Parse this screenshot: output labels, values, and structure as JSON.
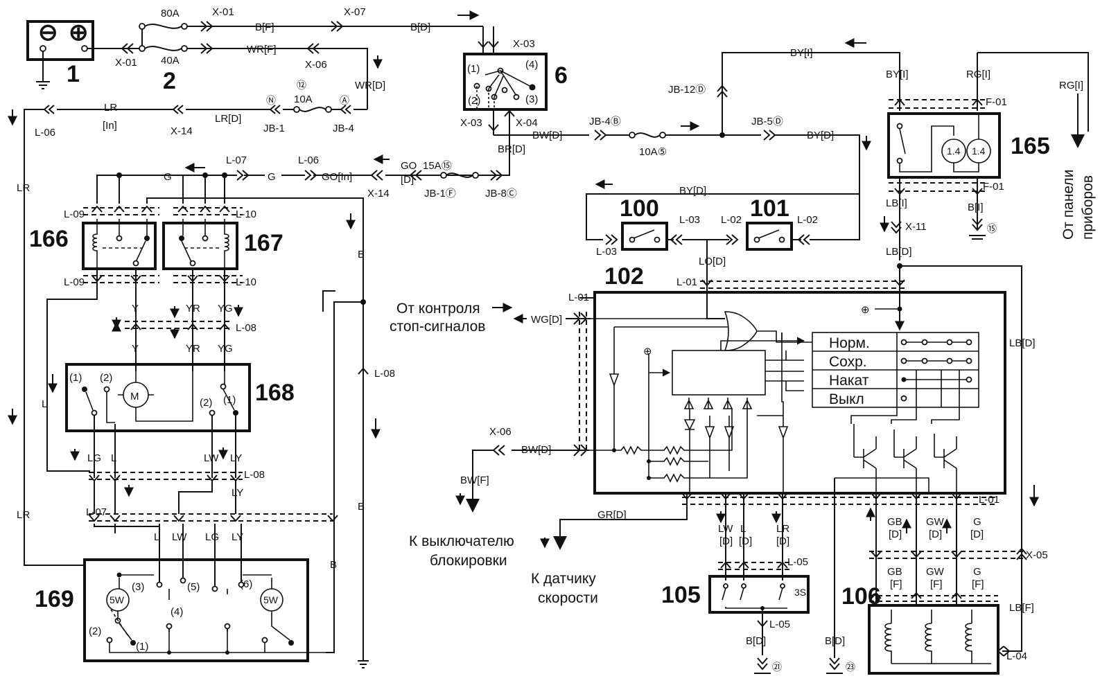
{
  "components": {
    "c1": "1",
    "c2": "2",
    "c6": "6",
    "c100": "100",
    "c101": "101",
    "c102": "102",
    "c105": "105",
    "c106": "106",
    "c165": "165",
    "c166": "166",
    "c167": "167",
    "c168": "168",
    "c169": "169"
  },
  "battery": {
    "minus": "⊖",
    "plus": "⊕"
  },
  "fuses": {
    "f80": "80A",
    "f40": "40A",
    "f10a": "10A",
    "f10b": "10A⑤",
    "f15": "15A⑮",
    "n12": "⑫"
  },
  "conn": {
    "x01a": "X-01",
    "x01b": "X-01",
    "x07": "X-07",
    "x03a": "X-03",
    "x03b": "X-03",
    "x04": "X-04",
    "x06a": "X-06",
    "x06b": "X-06",
    "x14a": "X-14",
    "x14b": "X-14",
    "x11": "X-11",
    "x05": "X-05",
    "l06a": "L-06",
    "l06b": "L-06",
    "l07a": "L-07",
    "l07b": "L-07",
    "l08a": "L-08",
    "l08b": "L-08",
    "l08c": "L-08",
    "l09a": "L-09",
    "l09b": "L-09",
    "l10a": "L-10",
    "l10b": "L-10",
    "l03a": "L-03",
    "l03b": "L-03",
    "l02a": "L-02",
    "l02b": "L-02",
    "l01a": "L-01",
    "l01b": "L-01",
    "l01c": "L-01",
    "l05a": "L-05",
    "l05b": "L-05",
    "l04": "L-04",
    "f01a": "F-01",
    "f01b": "F-01",
    "jb1": "JB-1",
    "jb4": "JB-4",
    "jb1f": "JB-1Ⓕ",
    "jb8": "JB-8Ⓒ",
    "jb4b": "JB-4Ⓑ",
    "jb5": "JB-5Ⓓ",
    "jb12": "JB-12Ⓓ",
    "nN": "Ⓝ",
    "nA": "Ⓐ"
  },
  "wires": {
    "bf": "B[F]",
    "bd": "B[D]",
    "wrf": "WR[F]",
    "wrd": "WR[D]",
    "lr": "LR",
    "lrin": "[In]",
    "lrd": "LR[D]",
    "lr2": "LR",
    "lr3": "LR",
    "g1": "G",
    "g2": "G",
    "goin": "GO[In]",
    "go": "GO",
    "god": "[D]",
    "brd": "BR[D]",
    "bwd": "BW[D]",
    "byd": "BY[D]",
    "byd2": "BY[D]",
    "byi": "BY[I]",
    "byi2": "BY[I]",
    "rgi": "RG[I]",
    "rgi2": "RG[I]",
    "lbi": "LB[I]",
    "bi": "B[I]",
    "lbd": "LB[D]",
    "lbd2": "LB[D]",
    "lbf": "LB[F]",
    "lod": "LO[D]",
    "wgd": "WG[D]",
    "bwd2": "BW[D]",
    "bwf": "BW[F]",
    "grd": "GR[D]",
    "y1": "Y",
    "y2": "Y",
    "yr1": "YR",
    "yr2": "YR",
    "yg1": "YG",
    "yg2": "YG",
    "b1": "B",
    "b2": "B",
    "b3": "B",
    "lg1": "LG",
    "lg2": "LG",
    "l1": "L",
    "l2": "L",
    "l3": "L",
    "lw1": "LW",
    "lw2": "LW",
    "ly1": "LY",
    "ly2": "LY",
    "lw3": "LW",
    "lw3d": "[D]",
    "l4": "L",
    "l4d": "[D]",
    "lr4": "LR",
    "lr4d": "[D]",
    "gb": "GB",
    "gbd": "[D]",
    "gw": "GW",
    "gwd": "[D]",
    "g3": "G",
    "g3d": "[D]",
    "gb2": "GB",
    "gbf": "[F]",
    "gw2": "GW",
    "gwf": "[F]",
    "g4": "G",
    "g4f": "[F]",
    "bd21": "B[D]",
    "bd23": "B[D]"
  },
  "pins": {
    "p6_1": "(1)",
    "p6_2": "(2)",
    "p6_3": "(3)",
    "p6_4": "(4)",
    "p168_1a": "(1)",
    "p168_2a": "(2)",
    "p168_2b": "(2)",
    "p168_1b": "(1)",
    "p169_3": "(3)",
    "p169_4": "(4)",
    "p169_5": "(5)",
    "p169_6": "(6)",
    "p169_2": "(2)",
    "p169_1": "(1)",
    "lamp1": "5W",
    "lamp2": "5W",
    "lamp165a": "1.4",
    "lamp165b": "1.4",
    "motor": "M",
    "g21": "㉑",
    "g23": "㉓",
    "g15": "⑮",
    "p105": "3S"
  },
  "modes": [
    "Норм.",
    "Сохр.",
    "Накат",
    "Выкл"
  ],
  "notes": {
    "panel1": "От панели",
    "panel2": "приборов",
    "stop1": "От контроля",
    "stop2": "стоп-сигналов",
    "block1": "К выключателю",
    "block2": "блокировки",
    "speed1": "К датчику",
    "speed2": "скорости"
  }
}
